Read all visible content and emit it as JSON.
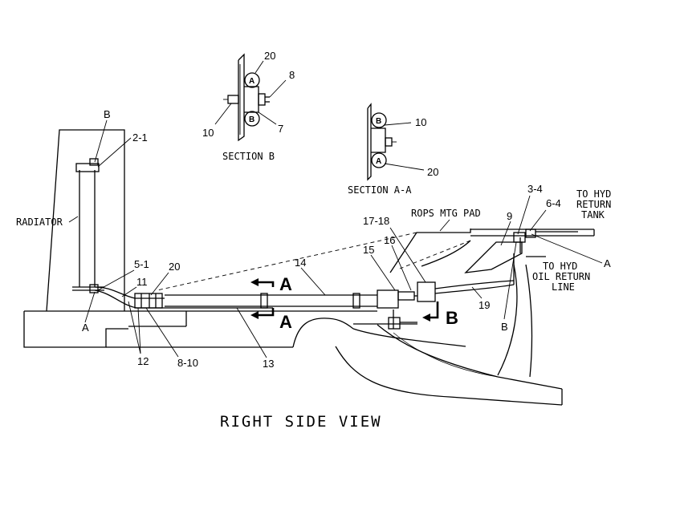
{
  "title": "RIGHT SIDE VIEW",
  "section_b": {
    "caption": "SECTION B",
    "clip_a": "A",
    "clip_b": "B",
    "callouts": [
      "20",
      "8",
      "10",
      "7"
    ]
  },
  "section_aa": {
    "caption": "SECTION A-A",
    "clip_a": "A",
    "clip_b": "B",
    "callouts": [
      "10",
      "20"
    ]
  },
  "labels": {
    "radiator": "RADIATOR",
    "rops_mtg_pad": "ROPS MTG PAD",
    "to_hyd_return_tank": [
      "TO HYD",
      "RETURN",
      "TANK"
    ],
    "to_hyd_oil_return_line": [
      "TO HYD",
      "OIL RETURN",
      "LINE"
    ]
  },
  "callouts": {
    "c2_1": "2-1",
    "cB_top": "B",
    "c5_1": "5-1",
    "c20": "20",
    "c11": "11",
    "cA_left": "A",
    "c12": "12",
    "c8_10": "8-10",
    "c13": "13",
    "c14": "14",
    "c15": "15",
    "c16": "16",
    "c17_18": "17-18",
    "c19": "19",
    "c9": "9",
    "c3_4": "3-4",
    "c6_4": "6-4",
    "cA_right": "A",
    "cB_bottom": "B"
  },
  "section_arrows": {
    "a_upper": "A",
    "a_lower": "A",
    "b": "B"
  }
}
